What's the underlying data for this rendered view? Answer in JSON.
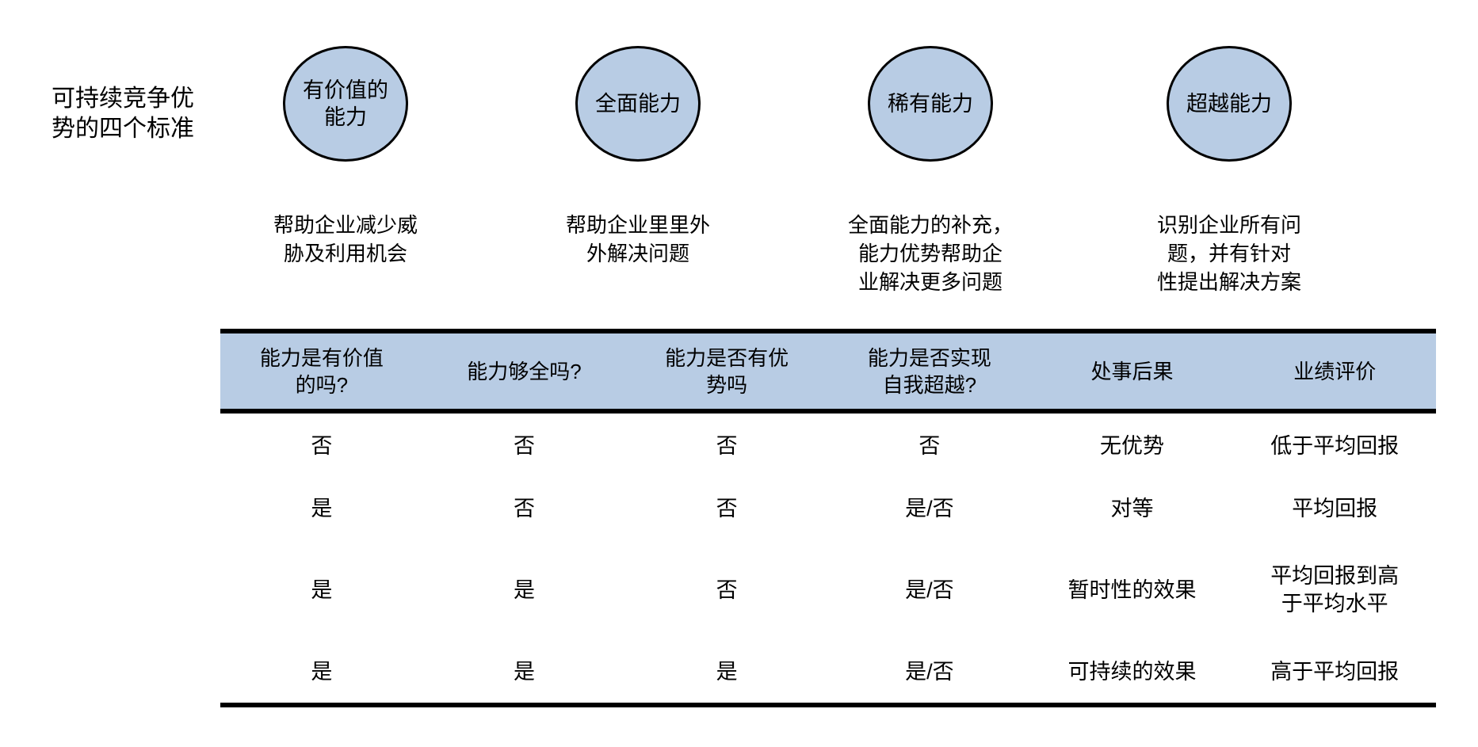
{
  "colors": {
    "shape_fill": "#b8cce4",
    "shape_border": "#000000",
    "text": "#000000",
    "background": "#ffffff"
  },
  "title": {
    "text": "可持续竞争优\n势的四个标准"
  },
  "criteria": [
    {
      "circle_label": "有价值的\n能力",
      "description": "帮助企业减少威\n胁及利用机会"
    },
    {
      "circle_label": "全面能力",
      "description": "帮助企业里里外\n外解决问题"
    },
    {
      "circle_label": "稀有能力",
      "description": "全面能力的补充，\n能力优势帮助企\n业解决更多问题"
    },
    {
      "circle_label": "超越能力",
      "description": "识别企业所有问\n题，并有针对\n性提出解决方案"
    }
  ],
  "table": {
    "headers": [
      "能力是有价值\n的吗?",
      "能力够全吗?",
      "能力是否有优\n势吗",
      "能力是否实现\n自我超越?",
      "处事后果",
      "业绩评价"
    ],
    "rows": [
      [
        "否",
        "否",
        "否",
        "否",
        "无优势",
        "低于平均回报"
      ],
      [
        "是",
        "否",
        "否",
        "是/否",
        "对等",
        "平均回报"
      ],
      [
        "是",
        "是",
        "否",
        "是/否",
        "暂时性的效果",
        "平均回报到高\n于平均水平"
      ],
      [
        "是",
        "是",
        "是",
        "是/否",
        "可持续的效果",
        "高于平均回报"
      ]
    ]
  }
}
